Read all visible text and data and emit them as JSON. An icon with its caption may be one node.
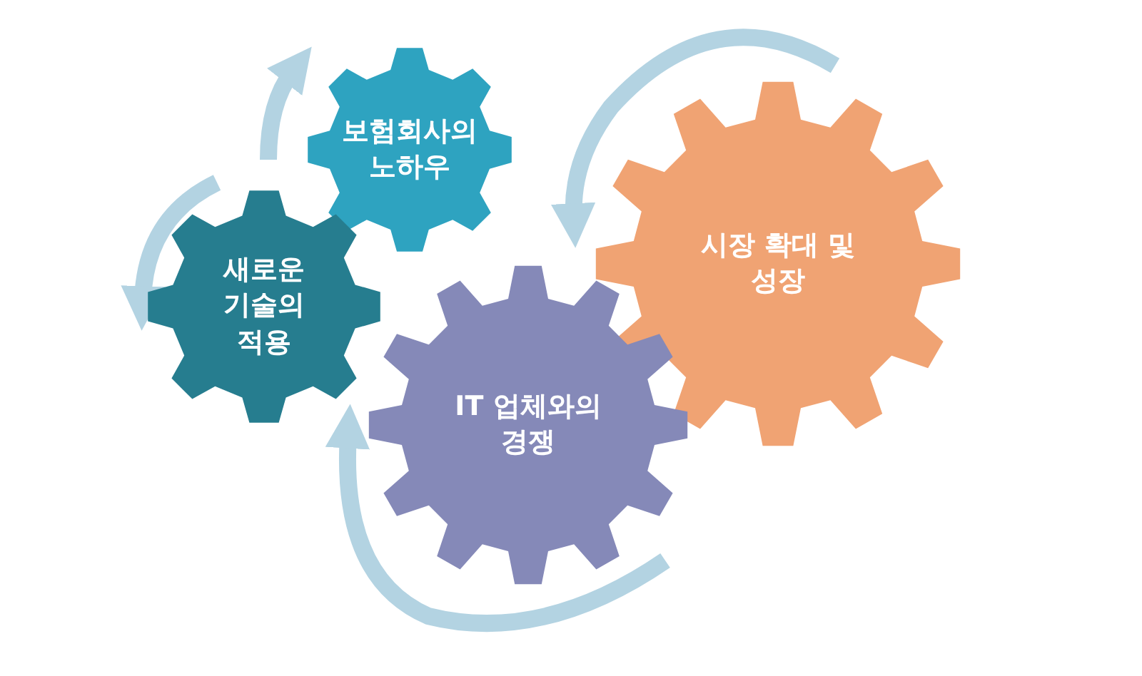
{
  "diagram": {
    "nodes": [
      {
        "text": [
          "보험회사의 노하우"
        ]
      },
      {
        "text": [
          "시장 확대 및 성장"
        ]
      },
      {
        "text": [
          "새로운 기술의 적용"
        ]
      },
      {
        "text": [
          "IT 업체와의 경쟁"
        ]
      }
    ]
  }
}
